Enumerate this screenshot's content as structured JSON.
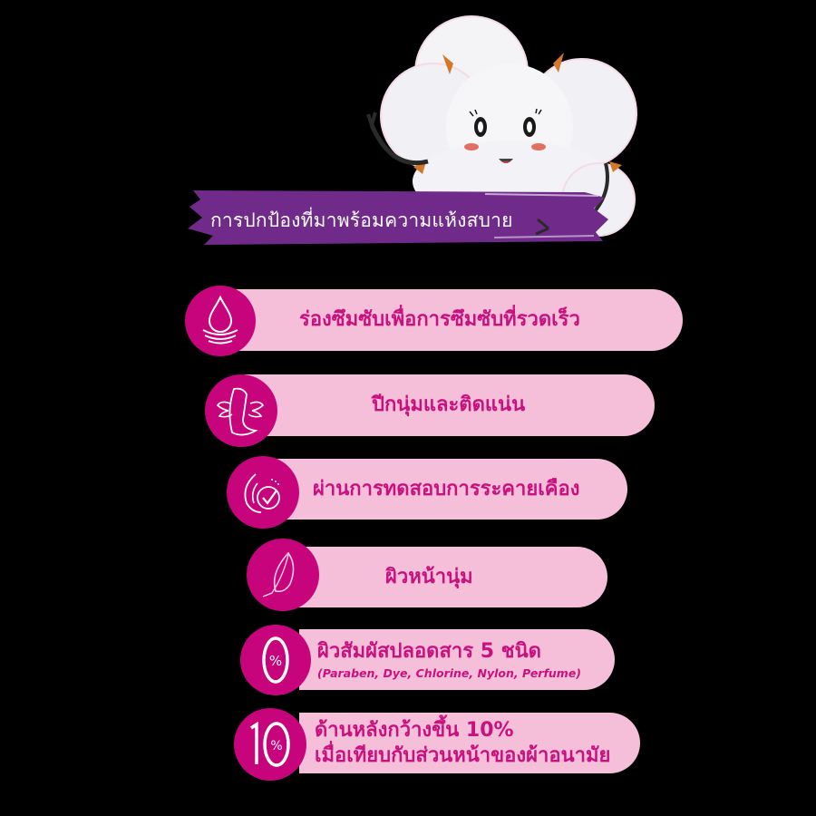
{
  "banner": {
    "title": "การปกป้องที่มาพร้อมความแห้งสบาย",
    "color": "#6f2a8a"
  },
  "mascot": {
    "name": "cotton-character"
  },
  "colors": {
    "pill": "#f6bfd9",
    "icon_circle": "#c7047c",
    "text": "#c8117e",
    "background": "#000000"
  },
  "features": [
    {
      "icon": "water-drop-icon",
      "label": "ร่องซึมซับเพื่อการซึมซับที่รวดเร็ว"
    },
    {
      "icon": "winged-pad-icon",
      "label": "ปีกนุ่มและติดแน่น"
    },
    {
      "icon": "leaf-check-icon",
      "label": "ผ่านการทดสอบการระคายเคือง"
    },
    {
      "icon": "feather-icon",
      "label": "ผิวหน้านุ่ม"
    },
    {
      "icon": "zero-percent-icon",
      "badge": "0",
      "badge_unit": "%",
      "label": "ผิวสัมผัสปลอดสาร 5 ชนิด",
      "sub": "(Paraben, Dye, Chlorine, Nylon, Perfume)"
    },
    {
      "icon": "ten-percent-icon",
      "badge": "10",
      "badge_unit": "%",
      "label": "ด้านหลังกว้างขึ้น 10%",
      "label2": "เมื่อเทียบกับส่วนหน้าของผ้าอนามัย"
    }
  ]
}
